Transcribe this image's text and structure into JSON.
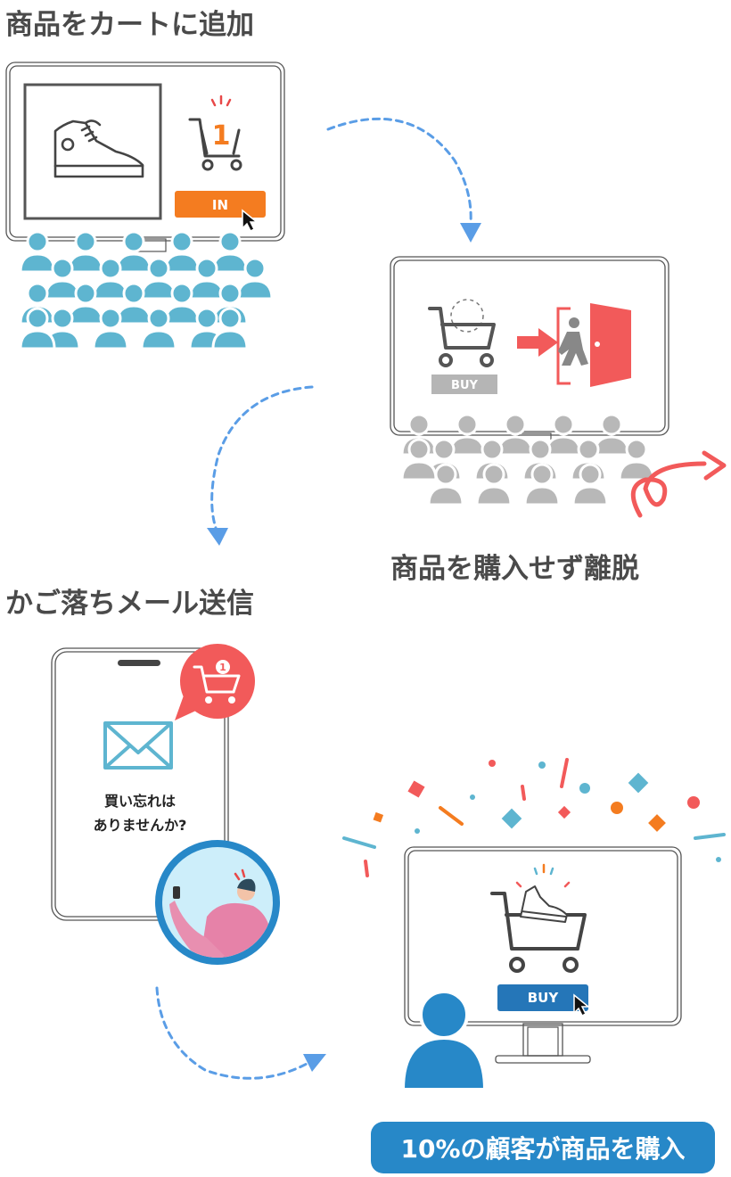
{
  "step1": {
    "title": "商品をカートに追加",
    "cart_count": "1",
    "button_label": "IN"
  },
  "step2": {
    "title": "商品を購入せず離脱",
    "button_label": "BUY"
  },
  "step3": {
    "title": "かご落ちメール送信",
    "badge_count": "1",
    "message_line1": "買い忘れは",
    "message_line2": "ありませんか?"
  },
  "step4": {
    "button_label": "BUY",
    "result_label": "10%の顧客が商品を購入"
  },
  "colors": {
    "orange": "#f47c20",
    "blue_crowd": "#5eb5d0",
    "gray_crowd": "#b8b8b8",
    "red": "#f25a5a",
    "blue_user": "#2788c8",
    "arrow": "#5a9de6"
  },
  "icons": [
    "shoe-icon",
    "cart-icon",
    "cursor-icon",
    "exit-door-icon",
    "mail-icon",
    "person-icon",
    "confetti"
  ]
}
